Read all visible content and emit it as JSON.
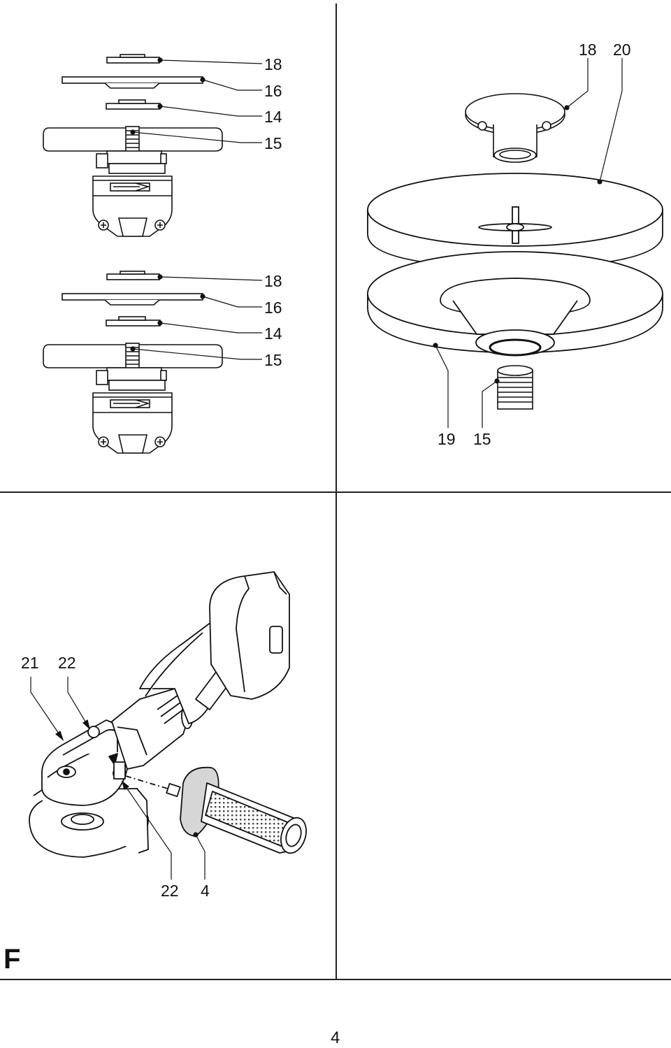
{
  "panels": {
    "top_left": {
      "group_a": [
        "18",
        "16",
        "14",
        "15"
      ],
      "group_b": [
        "18",
        "16",
        "14",
        "15"
      ]
    },
    "top_right": {
      "upper": [
        "18",
        "20"
      ],
      "lower": [
        "19",
        "15"
      ]
    },
    "bottom_left": {
      "upper": [
        "21",
        "22"
      ],
      "lower": [
        "22",
        "4"
      ],
      "section_letter": "F"
    }
  },
  "page_number": "4"
}
